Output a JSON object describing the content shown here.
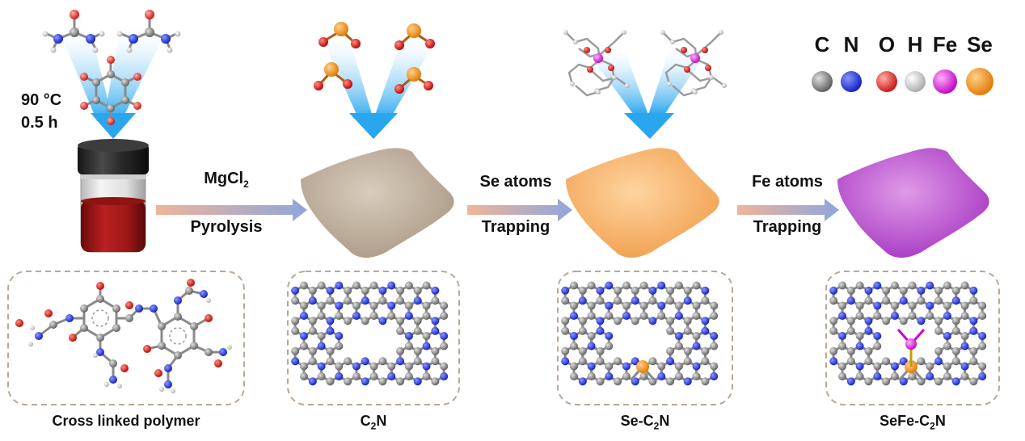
{
  "conditions": {
    "temperature": "90 °C",
    "time": "0.5 h"
  },
  "steps": [
    {
      "top": "MgCl",
      "top_sub": "2",
      "bottom": "Pyrolysis"
    },
    {
      "top": "Se atoms",
      "bottom": "Trapping"
    },
    {
      "top": "Fe atoms",
      "bottom": "Trapping"
    }
  ],
  "captions": [
    {
      "text": "Cross linked polymer"
    },
    {
      "pre": "C",
      "sub": "2",
      "post": "N"
    },
    {
      "pre": "Se-C",
      "sub": "2",
      "post": "N"
    },
    {
      "pre": "SeFe-C",
      "sub": "2",
      "post": "N"
    }
  ],
  "legend": [
    {
      "symbol": "C",
      "color": "#6e6e6e"
    },
    {
      "symbol": "N",
      "color": "#1a2ee0"
    },
    {
      "symbol": "O",
      "color": "#e05050"
    },
    {
      "symbol": "H",
      "color": "#e6e6e6"
    },
    {
      "symbol": "Fe",
      "color": "#e81ce0"
    },
    {
      "symbol": "Se",
      "color": "#f08a14"
    }
  ],
  "colors": {
    "sheet_c2n": "#bfb09e",
    "sheet_se": "#f6b46e",
    "sheet_sefe": "#c24fd6",
    "arrow_blue": "#2aa6ee",
    "vial_liquid": "#a01818"
  }
}
